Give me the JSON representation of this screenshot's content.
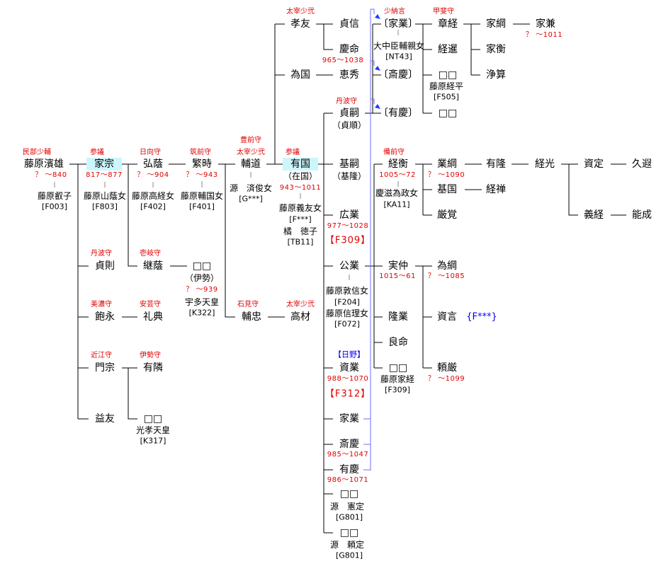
{
  "colors": {
    "line": "#000000",
    "title": "#e00000",
    "highlight": "#ccf6fb",
    "link": "#6f6fff",
    "blue_label": "#0000ee"
  },
  "hamao": {
    "title": "民部少輔",
    "name": "藤原濱雄",
    "dates": "？ ～840",
    "spouse": "藤原叡子",
    "code": "[F003]"
  },
  "iemune": {
    "title": "参議",
    "name": "家宗",
    "dates": "817～877",
    "spouse": "藤原山蔭女",
    "code": "[F803]"
  },
  "hirokage": {
    "title": "日向守",
    "name": "弘蔭",
    "dates": "？ ～904",
    "spouse": "藤原高経女",
    "code": "[F402]"
  },
  "shigetoki": {
    "title": "筑前守",
    "name": "繁時",
    "dates": "？ ～943",
    "spouse": "藤原輔国女",
    "code": "[F401]"
  },
  "sukemichi": {
    "title1": "豊前守",
    "title2": "太宰少弐",
    "name": "輔道",
    "spouse": "源　済俊女",
    "code": "[G***]"
  },
  "arikuni": {
    "title": "参議",
    "name": "有国",
    "alias": "（在国）",
    "dates": "943～1011",
    "spouse1": "藤原義友女",
    "code1": "[F***]",
    "spouse2": "橘　徳子",
    "code2": "[TB11]"
  },
  "takatomo": {
    "title": "太宰少弐",
    "name": "孝友"
  },
  "sadanobu": {
    "name": "貞信"
  },
  "keimyo": {
    "name": "慶命",
    "dates": "965～1038"
  },
  "tamekuni": {
    "name": "為国"
  },
  "keishu": {
    "name": "恵秀"
  },
  "sadatsugu": {
    "title": "丹波守",
    "name": "貞嗣",
    "alias": "（貞順）"
  },
  "mototsugu": {
    "name": "基嗣",
    "alias": "（基隆）"
  },
  "hironari": {
    "name": "広業",
    "dates": "977～1028",
    "code": "【F309】"
  },
  "kinnari": {
    "name": "公業",
    "spouse1": "藤原敦信女",
    "code1": "[F204]",
    "spouse2": "藤原信理女",
    "code2": "[F072]"
  },
  "sukenari": {
    "house": "【日野】",
    "name": "資業",
    "dates": "988～1070",
    "code": "【F312】"
  },
  "ienari2": {
    "name": "家業"
  },
  "saikei2": {
    "name": "斎慶",
    "dates": "985～1047"
  },
  "ukei2": {
    "name": "有慶",
    "dates": "986～1071"
  },
  "unk_a": {
    "name": "□□",
    "spouse": "源　憲定",
    "code": "[G801]"
  },
  "unk_b": {
    "name": "□□",
    "spouse": "源　頼定",
    "code": "[G801]"
  },
  "ienari": {
    "title": "少納言",
    "name": "〔家業〕",
    "spouse": "大中臣輔親女",
    "code": "[NT43]"
  },
  "saikei": {
    "name": "〔斎慶〕"
  },
  "ukei": {
    "name": "〔有慶〕"
  },
  "akitsune": {
    "title": "甲斐守",
    "name": "章経"
  },
  "keisen": {
    "name": "経暹"
  },
  "unk_c": {
    "name": "□□",
    "spouse": "藤原経平",
    "code": "[F505]"
  },
  "unk_d": {
    "name": "□□"
  },
  "ietsuna": {
    "name": "家綱"
  },
  "iehira": {
    "name": "家衡"
  },
  "josan": {
    "name": "浄算"
  },
  "iekane": {
    "name": "家兼",
    "dates": "？ ～1011"
  },
  "tsunehira": {
    "title": "備前守",
    "name": "経衡",
    "dates": "1005～72",
    "spouse": "慶滋為政女",
    "code": "[KA11]"
  },
  "naritsuna": {
    "name": "業綱",
    "dates": "？ ～1090"
  },
  "aritaka": {
    "name": "有隆"
  },
  "tsunemitsu": {
    "name": "経光"
  },
  "sukesada": {
    "name": "資定"
  },
  "kyuka": {
    "name": "久遐"
  },
  "motokuni": {
    "name": "基国"
  },
  "keizen": {
    "name": "経禅"
  },
  "genkaku": {
    "name": "厳覚"
  },
  "yoshitsune": {
    "name": "義経"
  },
  "yoshinari": {
    "name": "能成"
  },
  "sanenaka": {
    "name": "実仲",
    "dates": "1015～61"
  },
  "tametsuna": {
    "name": "為綱",
    "dates": "？ ～1085"
  },
  "takanari": {
    "name": "隆業"
  },
  "sukekoto": {
    "name": "資言",
    "code": "{F***}"
  },
  "ryomyo": {
    "name": "良命"
  },
  "unk_e": {
    "name": "□□",
    "spouse": "藤原家経",
    "code": "[F309]"
  },
  "raigen": {
    "name": "頼厳",
    "dates": "？ ～1099"
  },
  "sadanori": {
    "title": "丹波守",
    "name": "貞則"
  },
  "tsugukage": {
    "title": "壱岐守",
    "name": "継蔭"
  },
  "ise": {
    "name": "□□",
    "alias": "（伊勢）",
    "dates": "？ ～939",
    "spouse": "宇多天皇",
    "code": "[K322]"
  },
  "akinaga": {
    "title": "美濃守",
    "name": "飽永"
  },
  "noritsune": {
    "title": "安芸守",
    "name": "礼典"
  },
  "sukatada": {
    "title": "石見守",
    "name": "輔忠"
  },
  "takaki": {
    "title": "太宰少弐",
    "name": "高材"
  },
  "kadomune": {
    "title": "近江守",
    "name": "門宗"
  },
  "arichika": {
    "title": "伊勢守",
    "name": "有隣"
  },
  "masutomo": {
    "name": "益友"
  },
  "unk_f": {
    "name": "□□",
    "spouse": "光孝天皇",
    "code": "[K317]"
  }
}
